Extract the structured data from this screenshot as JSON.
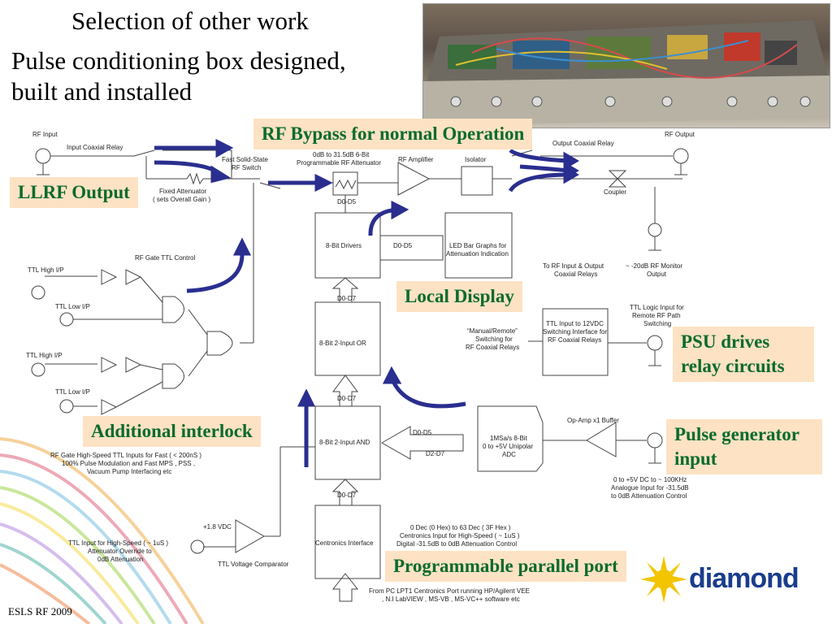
{
  "slide": {
    "title": "Selection of other work",
    "subtitle_line1": "Pulse conditioning box designed,",
    "subtitle_line2": "built and installed",
    "footer": "ESLS RF 2009"
  },
  "callouts": {
    "rf_bypass": "RF Bypass for normal Operation",
    "llrf_output": "LLRF Output",
    "local_display": "Local Display",
    "psu_line1": "PSU drives",
    "psu_line2": "relay circuits",
    "additional_interlock": "Additional interlock",
    "pulse_gen_line1": "Pulse generator",
    "pulse_gen_line2": "input",
    "parallel_port": "Programmable parallel port"
  },
  "logo": {
    "text": "diamond",
    "color": "#1a3c8c",
    "star_color": "#f2c500"
  },
  "diagram": {
    "rf_input": "RF Input",
    "input_coaxial_relay": "Input Coaxial Relay",
    "fast_switch_1": "Fast Solid-State",
    "fast_switch_2": "RF Switch",
    "attenuator_1": "0dB to 31.5dB 6-Bit",
    "attenuator_2": "Programmable RF Attenuator",
    "rf_amplifier": "RF Amplifier",
    "isolator": "Isolator",
    "output_coaxial_relay": "Output Coaxial Relay",
    "rf_output": "RF Output",
    "fixed_attenuator_1": "Fixed Attenuator",
    "fixed_attenuator_2": "( sets Overall Gain )",
    "coupler": "Coupler",
    "d0_d5_top": "D0-D5",
    "drivers": "8-Bit Drivers",
    "d0_d5_mid": "D0-D5",
    "led_1": "LED Bar Graphs for",
    "led_2": "Attenuation Indication",
    "rf_gate_ttl": "RF Gate TTL Control",
    "ttl_high_1": "TTL High I/P",
    "ttl_low_1": "TTL Low I/P",
    "ttl_high_2": "TTL High I/P",
    "ttl_low_2": "TTL Low I/P",
    "d0_d7_a": "D0-D7",
    "or_block": "8-Bit 2-Input OR",
    "to_rf_1": "To RF Input & Output",
    "to_rf_2": "Coaxial Relays",
    "monitor_1": "~ -20dB RF Monitor",
    "monitor_2": "Output",
    "ttl_logic_1": "TTL Logic Input for",
    "ttl_logic_2": "Remote RF Path",
    "ttl_logic_3": "Switching",
    "manual_1": "“Manual/Remote”",
    "manual_2": "Switching for",
    "manual_3": "RF Coaxial Relays",
    "ttl12_1": "TTL Input to 12VDC",
    "ttl12_2": "Switching Interface for",
    "ttl12_3": "RF Coaxial Relays",
    "d0_d7_b": "D0-D7",
    "and_block": "8-Bit 2-Input AND",
    "d0_d5_and": "D0-D5",
    "d2_d7": "D2-D7",
    "adc_1": "1MSa/s 8-Bit",
    "adc_2": "0 to +5V Unipolar",
    "adc_3": "ADC",
    "opamp": "Op-Amp x1 Buffer",
    "analogue_1": "0 to +5V DC to ~ 100KHz",
    "analogue_2": "Analogue Input for -31.5dB",
    "analogue_3": "to 0dB Attenuation Control",
    "rfgate_note_1": "RF Gate High-Speed TTL Inputs for Fast ( < 200nS )",
    "rfgate_note_2": "100% Pulse Modulation and Fast MPS , PSS ,",
    "rfgate_note_3": "Vacuum Pump Interfacing etc",
    "d0_d7_c": "D0-D7",
    "vdc": "+1.8 VDC",
    "ttl_fast_1": "TTL Input for High-Speed ( ~ 1uS )",
    "ttl_fast_2": "Attenuator Override to",
    "ttl_fast_3": "0dB Attenuation",
    "comparator": "TTL Voltage Comparator",
    "centronics": "Centronics Interface",
    "dec_1": "0 Dec (0 Hex) to 63 Dec ( 3F Hex )",
    "dec_2": "Centronics Input for High-Speed ( ~ 1uS )",
    "dec_3": "Digital -31.5dB to 0dB Attenuation Control",
    "pc_1": "From PC LPT1 Centronics Port running HP/Agilent VEE",
    "pc_2": ", N.I LabVIEW , MS-VB , MS-VC++ software etc"
  },
  "colors": {
    "callout_bg": "#fde2c4",
    "callout_text": "#0a6b2c",
    "arrow": "#2a2e8f"
  }
}
